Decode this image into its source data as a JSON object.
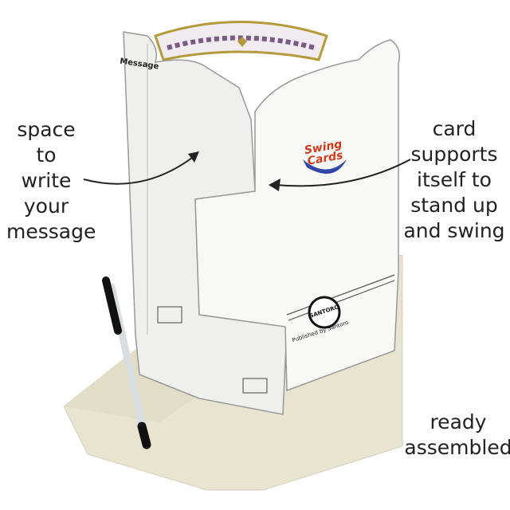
{
  "annotations": {
    "left": [
      "space to",
      "write",
      "your",
      "message"
    ],
    "right": [
      "card",
      "supports",
      "itself to",
      "stand up",
      "and swing"
    ],
    "bottom": [
      "ready",
      "assembled"
    ]
  },
  "card": {
    "message_heading": "Message",
    "logo_text": [
      "Swing",
      "Cards"
    ],
    "publisher": "Published by Santoro",
    "seal_text": "SANTORO"
  },
  "colors": {
    "envelope": "#e8e4d0",
    "card": "#f4f4f2",
    "card_shadow": "#d9d9d6",
    "tiara_gold": "#b59a3c",
    "tiara_purple": "#7b5a86",
    "logo_red": "#d23a1a",
    "logo_blue": "#3148a8",
    "pen_body": "#d8dde0",
    "pen_cap": "#111111"
  }
}
